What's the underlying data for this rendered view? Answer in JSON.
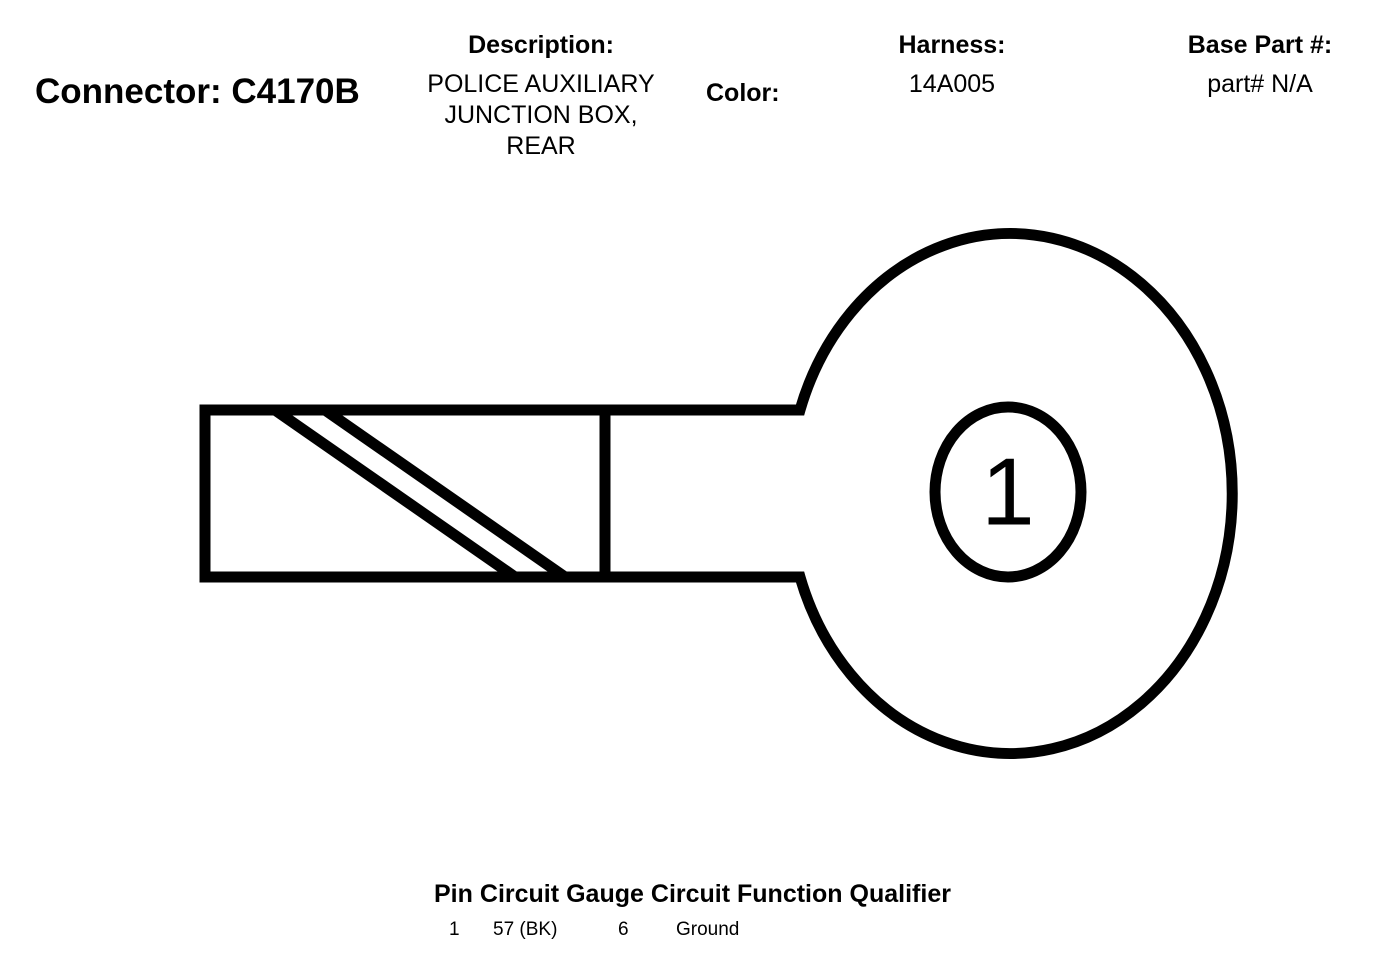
{
  "connector": {
    "title": "Connector: C4170B"
  },
  "description": {
    "label": "Description:",
    "lines": [
      "POLICE AUXILIARY",
      "JUNCTION BOX,",
      "REAR"
    ]
  },
  "color": {
    "label": "Color:"
  },
  "harness": {
    "label": "Harness:",
    "value": "14A005"
  },
  "base_part": {
    "label": "Base Part #:",
    "value": "part# N/A"
  },
  "diagram": {
    "pin_label": "1"
  },
  "pin_table": {
    "headers": [
      "Pin",
      "Circuit",
      "Gauge",
      "Circuit Function",
      "Qualifier"
    ],
    "rows": [
      {
        "pin": "1",
        "circuit": "57 (BK)",
        "gauge": "6",
        "function": "Ground",
        "qualifier": ""
      }
    ]
  }
}
